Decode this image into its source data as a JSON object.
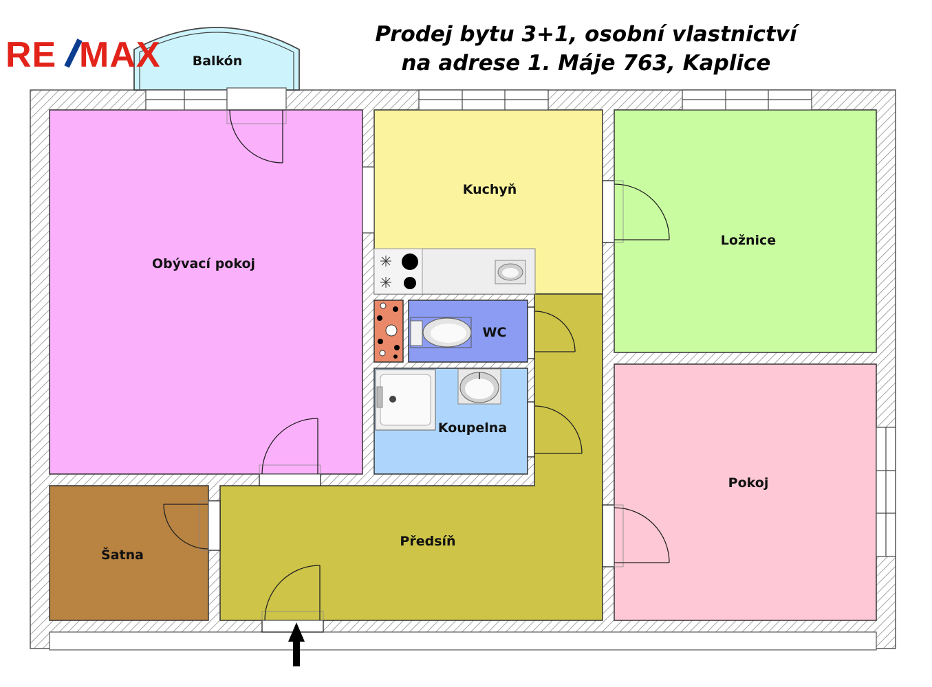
{
  "title": {
    "line1": "Prodej bytu 3+1, osobní vlastnictví",
    "line2": "na adrese 1. Máje 763, Kaplice"
  },
  "logo": {
    "left": "RE",
    "right": "MAX",
    "colors": {
      "red": "#e2231a",
      "blue": "#0b3d91"
    }
  },
  "rooms": {
    "balkon": "Balkón",
    "obyvaci": "Obývací pokoj",
    "kuchyn": "Kuchyň",
    "loznice": "Ložnice",
    "wc": "WC",
    "koupelna": "Koupelna",
    "satna": "Šatna",
    "predsin": "Předsíň",
    "pokoj": "Pokoj"
  },
  "colors": {
    "obyvaci": "#fbb0fb",
    "kuchyn": "#fbf39d",
    "loznice": "#c9fca0",
    "wc": "#8b9cf2",
    "koupelna": "#aed6fd",
    "satna": "#b98342",
    "predsin": "#cdc448",
    "pokoj": "#fec8d6",
    "balkon": "#cdf4fd",
    "wall": "#9a9a9a"
  },
  "icons": [
    "entrance-arrow-icon",
    "stove-icon",
    "sink-icon",
    "toilet-icon",
    "shower-icon",
    "washbasin-icon",
    "boiler-icon"
  ]
}
